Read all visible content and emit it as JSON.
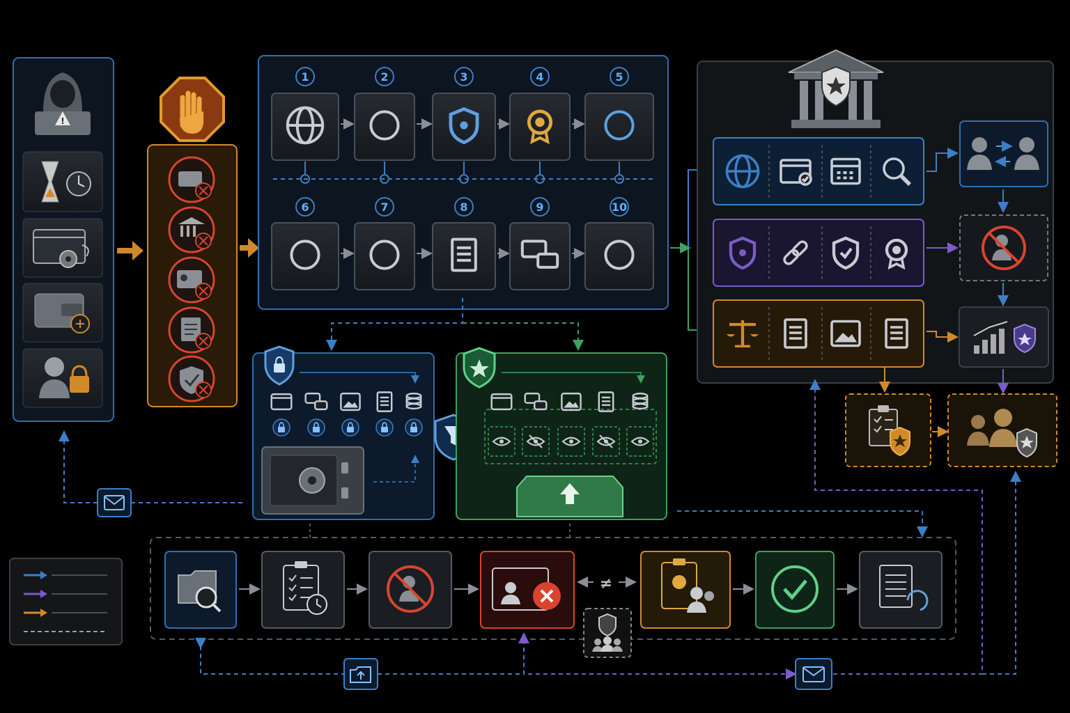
{
  "colors": {
    "background": "#000000",
    "blue": "#3d7fc7",
    "purple": "#7a5cc7",
    "orange": "#d18a2a",
    "green": "#3fa05f",
    "red": "#d9442f",
    "panel": "#10161e"
  },
  "threat_column": {
    "icons": [
      "hooded-attacker-icon",
      "hourglass-clock-icon",
      "browser-settings-icon",
      "wallet-add-icon",
      "user-lock-icon"
    ]
  },
  "blocked_column": {
    "header_icon": "stop-hand-icon",
    "icons": [
      "card-blocked-icon",
      "bank-blocked-icon",
      "id-card-blocked-icon",
      "document-blocked-icon",
      "shield-blocked-icon"
    ]
  },
  "process_steps": {
    "numbers": [
      "1",
      "2",
      "3",
      "4",
      "5",
      "6",
      "7",
      "8",
      "9",
      "10"
    ],
    "icons": [
      "browser-globe-calendar-icon",
      "redirect-user-icon",
      "shield-password-icon",
      "badge-rating-icon",
      "profile-form-check-icon",
      "wallet-transfer-icon",
      "dashboard-chart-icon",
      "document-shield-icon",
      "chat-users-icon",
      "question-check-warning-icon"
    ]
  },
  "secure_vault": {
    "header_icon": "shield-lock-icon",
    "items": [
      "browser-icon",
      "chat-icon",
      "image-icon",
      "document-icon",
      "database-icon"
    ],
    "vault_icon": "safe-icon"
  },
  "filter_icon": "shield-filter-icon",
  "redaction_panel": {
    "header_icon": "shield-star-icon",
    "items": [
      "browser-icon",
      "chat-icon",
      "image-icon",
      "document-icon",
      "database-icon"
    ],
    "visibility": [
      "eye-icon",
      "eye-hidden-icon",
      "eye-icon",
      "eye-hidden-icon",
      "eye-icon"
    ],
    "tray_icon": "upload-tray-icon"
  },
  "institution": {
    "header_icon": "bank-shield-icon",
    "rows": [
      {
        "color": "#3d7fc7",
        "icons": [
          "globe-icon",
          "browser-check-icon",
          "calendar-icon",
          "search-icon"
        ]
      },
      {
        "color": "#7a5cc7",
        "icons": [
          "shield-star-icon",
          "link-icon",
          "shield-check-icon",
          "award-icon"
        ]
      },
      {
        "color": "#d18a2a",
        "icons": [
          "scales-icon",
          "document-icon",
          "image-icon",
          "calculator-icon"
        ]
      }
    ]
  },
  "outcomes": {
    "icons": [
      "user-exchange-icon",
      "user-blocked-icon",
      "growth-chart-shield-icon",
      "clipboard-shield-icon",
      "team-shield-icon"
    ]
  },
  "bottom_flow": {
    "steps": [
      "folder-search-icon",
      "checklist-clock-icon",
      "user-blocked-icon",
      "profile-rejected-icon",
      "clipboard-team-icon",
      "check-circle-icon",
      "document-refresh-icon"
    ],
    "not_equal": "≠",
    "reviewer_icon": "shield-team-icon"
  },
  "message_icons": [
    "mail-icon",
    "folder-upload-icon",
    "mail-icon"
  ],
  "legend": {
    "entries": [
      {
        "color": "#3d7fc7",
        "style": "solid"
      },
      {
        "color": "#7a5cc7",
        "style": "solid"
      },
      {
        "color": "#d18a2a",
        "style": "solid"
      },
      {
        "color": "#9aa0a6",
        "style": "dashed"
      }
    ]
  }
}
